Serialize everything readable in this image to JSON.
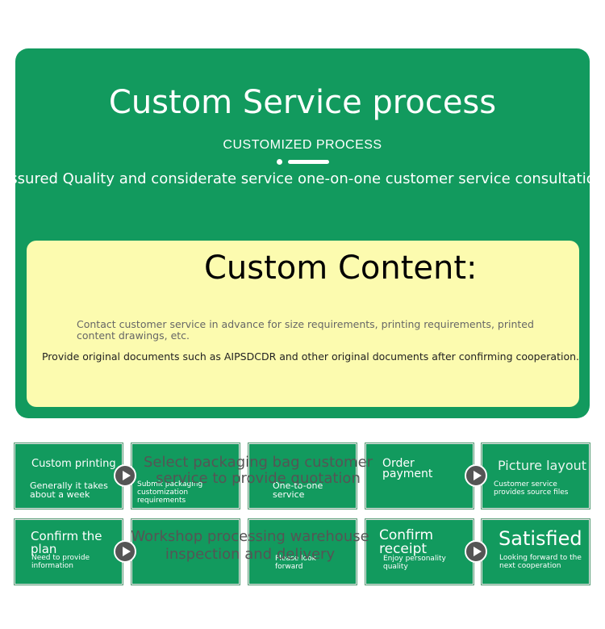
{
  "header": {
    "title": "Custom Service process",
    "subtitle": "CUSTOMIZED PROCESS",
    "tagline": "ssured Quality and considerate service one-on-one customer service consultatio"
  },
  "content": {
    "title": "Custom Content:",
    "line1": "Contact customer service in advance for size requirements, printing requirements, printed content drawings, etc.",
    "line2": "Provide original documents such as AIPSDCDR and other original documents after confirming cooperation."
  },
  "steps": [
    {
      "title": "Custom printing",
      "desc": "Generally it takes about a week"
    },
    {
      "title": "",
      "desc": "Submit packaging customization requirements"
    },
    {
      "title": "",
      "desc": "One-to-one service"
    },
    {
      "title": "Order payment",
      "desc": ""
    },
    {
      "title": "Picture layout",
      "desc": "Customer service provides source files"
    },
    {
      "title": "Confirm the plan",
      "desc": "Need to provide information"
    },
    {
      "title": "",
      "desc": ""
    },
    {
      "title": "",
      "desc": "Please look forward"
    },
    {
      "title": "Confirm receipt",
      "desc": "Enjoy personality quality"
    },
    {
      "title": "Satisfied",
      "desc": "Looking forward to the next cooperation"
    }
  ],
  "overlays": {
    "row1": "Select packaging bag customer service to provide quotation",
    "row2": "Workshop processing warehouse inspection and delivery"
  },
  "icons": [
    "play-icon"
  ],
  "colors": {
    "green": "#129a5e",
    "cream": "#fcfbaf",
    "icon": "#555555"
  }
}
